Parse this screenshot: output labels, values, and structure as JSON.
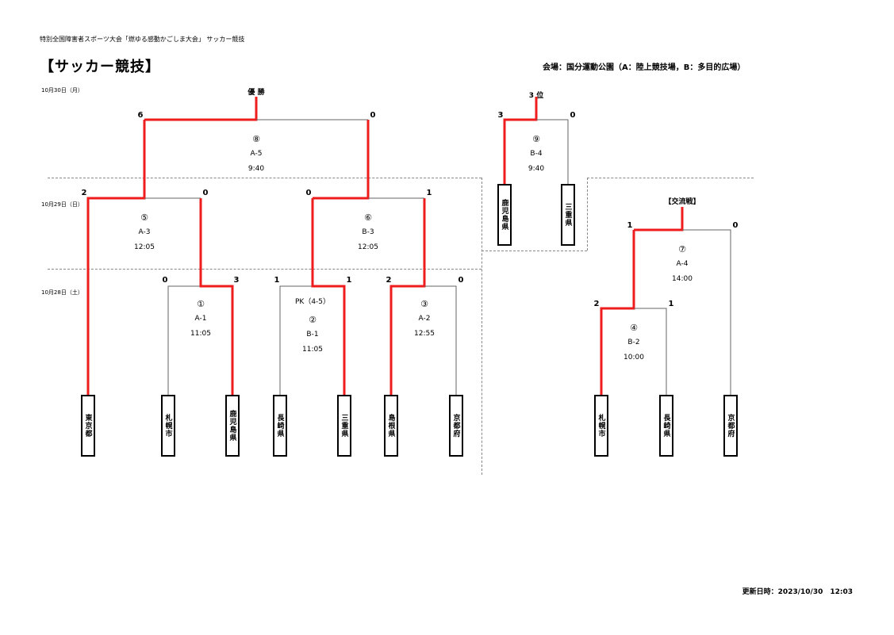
{
  "header": {
    "org": "特別全国障害者スポーツ大会「燃ゆる感動かごしま大会」 サッカー競技",
    "title": "【サッカー競技】",
    "venue": "会場：国分運動公園（A：陸上競技場，B：多目的広場）"
  },
  "dates": {
    "day3": "10月30日（月）",
    "day2": "10月29日（日）",
    "day1": "10月28日（土）"
  },
  "labels": {
    "champion": "優 勝",
    "third_place": "3 位",
    "friendly": "【交流戦】"
  },
  "teams": {
    "t1": "東京都",
    "t2": "札幌市",
    "t3": "鹿児島県",
    "t4": "長崎県",
    "t5": "三重県",
    "t6": "島根県",
    "t7": "京都府",
    "t3p_a": "鹿児島県",
    "t3p_b": "三重県",
    "f1": "札幌市",
    "f2": "長崎県",
    "f3": "京都府"
  },
  "matches": {
    "m1": {
      "no": "①",
      "court": "A-1",
      "time": "11:05",
      "score_l": "0",
      "score_r": "3"
    },
    "m2": {
      "no": "②",
      "court": "B-1",
      "time": "11:05",
      "score_l": "1",
      "score_r": "1",
      "pk": "PK（4-5）"
    },
    "m3": {
      "no": "③",
      "court": "A-2",
      "time": "12:55",
      "score_l": "2",
      "score_r": "0"
    },
    "m4": {
      "no": "④",
      "court": "B-2",
      "time": "10:00",
      "score_l": "2",
      "score_r": "1"
    },
    "m5": {
      "no": "⑤",
      "court": "A-3",
      "time": "12:05",
      "score_l": "2",
      "score_r": "0"
    },
    "m6": {
      "no": "⑥",
      "court": "B-3",
      "time": "12:05",
      "score_l": "0",
      "score_r": "1"
    },
    "m7": {
      "no": "⑦",
      "court": "A-4",
      "time": "14:00",
      "score_l": "1",
      "score_r": "0"
    },
    "m8": {
      "no": "⑧",
      "court": "A-5",
      "time": "9:40",
      "score_l": "6",
      "score_r": "0"
    },
    "m9": {
      "no": "⑨",
      "court": "B-4",
      "time": "9:40",
      "score_l": "3",
      "score_r": "0"
    }
  },
  "footer": {
    "updated": "更新日時：2023/10/30　12:03"
  },
  "colors": {
    "winner_line": "#ee1c1c",
    "bracket_line": "#666666"
  }
}
